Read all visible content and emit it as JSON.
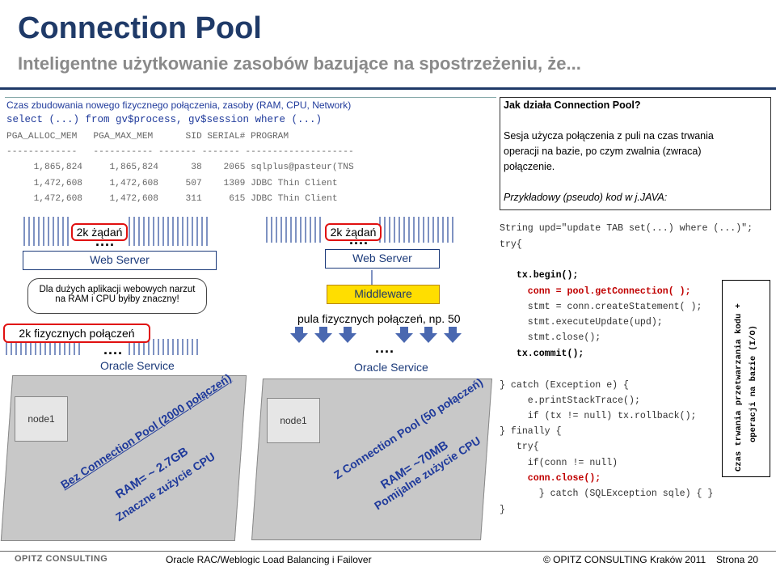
{
  "header": {
    "title": "Connection Pool",
    "subtitle": "Inteligentne użytkowanie zasobów bazujące na spostrzeżeniu, że..."
  },
  "sql": {
    "comment": "Czas zbudowania nowego fizycznego połączenia, zasoby (RAM, CPU, Network)",
    "query": "select (...) from gv$process, gv$session where (...)",
    "header": "PGA_ALLOC_MEM   PGA_MAX_MEM      SID SERIAL# PROGRAM",
    "divider": "-------------   ----------- ------- ------- --------------------",
    "rows": [
      "     1,865,824     1,865,824      38    2065 sqlplus@pasteur(TNS",
      "     1,472,608     1,472,608     507    1309 JDBC Thin Client",
      "     1,472,608     1,472,608     311     615 JDBC Thin Client"
    ]
  },
  "right": {
    "question": "Jak działa Connection Pool?",
    "line1": "Sesja użycza połączenia z  puli na czas trwania",
    "line2": "operacji na bazie, po czym zwalnia (zwraca)",
    "line3": "połączenie.",
    "example": "Przykładowy (pseudo) kod w j.JAVA:"
  },
  "left_diagram": {
    "requests": "2k żądań",
    "dots": "....",
    "web_server": "Web Server",
    "note": "Dla dużych aplikacji webowych narzut na RAM i CPU byłby znaczny!",
    "connections": "2k fizycznych połączeń",
    "dots2": "....",
    "oracle": "Oracle Service",
    "node": "node1",
    "rot1": "Bez Connection Pool (2000 połączeń)",
    "rot2": "RAM= ~ 2.7GB",
    "rot3": "Znaczne zużycie CPU"
  },
  "right_diagram": {
    "requests": "2k żądań",
    "dots": "....",
    "web_server": "Web Server",
    "middleware": "Middleware",
    "pool": "pula fizycznych połączeń, np. 50",
    "dots2": "....",
    "oracle": "Oracle Service",
    "node": "node1",
    "rot1": "Z Connection Pool (50 połączeń)",
    "rot2": "RAM= ~70MB",
    "rot3": "Pomijalne zużycie CPU"
  },
  "code": {
    "lines": [
      {
        "t": "String upd=\"update TAB set(...) where (...)\";",
        "s": ""
      },
      {
        "t": "try{",
        "s": ""
      },
      {
        "t": "   tx.begin();",
        "s": "b"
      },
      {
        "t": "     conn = pool.getConnection( );",
        "s": "r"
      },
      {
        "t": "     stmt = conn.createStatement( );",
        "s": ""
      },
      {
        "t": "     stmt.executeUpdate(upd);",
        "s": ""
      },
      {
        "t": "     stmt.close();",
        "s": ""
      },
      {
        "t": "   tx.commit();",
        "s": "b"
      },
      {
        "t": "} catch (Exception e) {",
        "s": ""
      },
      {
        "t": "     e.printStackTrace();",
        "s": ""
      },
      {
        "t": "     if (tx != null) tx.rollback();",
        "s": ""
      },
      {
        "t": "} finally {",
        "s": ""
      },
      {
        "t": "   try{",
        "s": ""
      },
      {
        "t": "     if(conn != null)",
        "s": ""
      },
      {
        "t": "     conn.close();",
        "s": "r"
      },
      {
        "t": "       } catch (SQLException sqle) { }",
        "s": ""
      },
      {
        "t": "}",
        "s": ""
      }
    ],
    "vertical1": "Czas trwania przetwarzania kodu +",
    "vertical2": "operacji na bazie (I/O)"
  },
  "footer": {
    "logo": "OPITZ CONSULTING",
    "center": "Oracle RAC/Weblogic Load Balancing i Failover",
    "right": "© OPITZ CONSULTING Kraków 2011",
    "page": "Strona 20"
  },
  "colors": {
    "brand": "#1f3a68",
    "accent_red": "#e01010",
    "middleware": "#ffde00"
  }
}
